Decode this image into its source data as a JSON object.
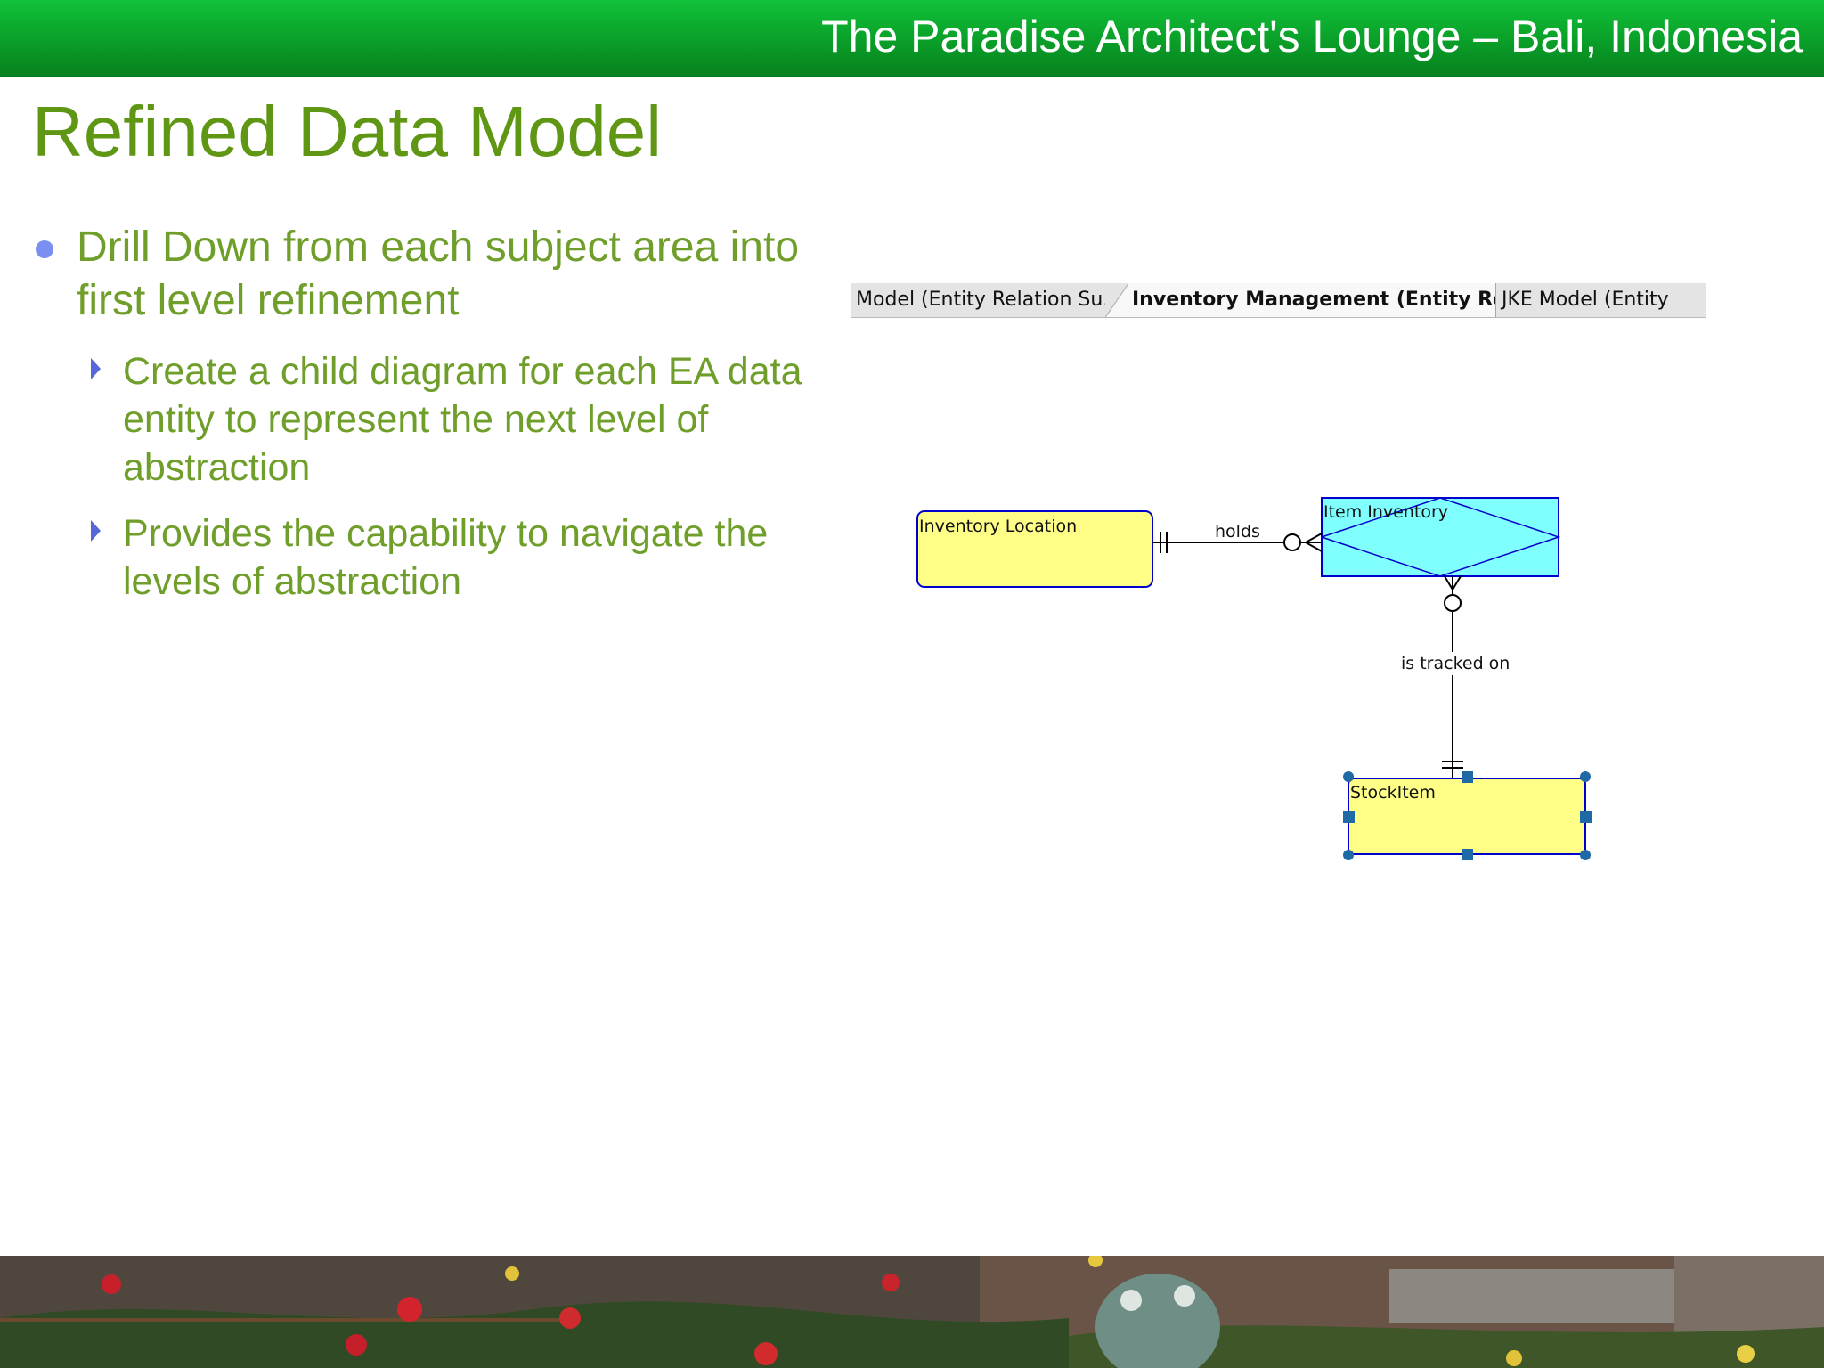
{
  "header": {
    "title": "The Paradise Architect's Lounge – Bali, Indonesia"
  },
  "slide": {
    "title": "Refined Data Model",
    "bullets": [
      {
        "text": "Drill Down from each subject area into first level refinement",
        "sub": [
          "Create a child diagram for each EA data entity to represent the next level of abstraction",
          "Provides the capability to navigate the levels of abstraction"
        ]
      }
    ]
  },
  "diagram": {
    "tabs": [
      "Model (Entity Relation Su..",
      "Inventory Management (Entity Rel...",
      "JKE Model (Entity"
    ],
    "active_tab_index": 1,
    "entities": {
      "inventory_location": "Inventory Location",
      "item_inventory": "Item Inventory",
      "stock_item": "StockItem"
    },
    "relationships": {
      "holds": "holds",
      "is_tracked_on": "is tracked on"
    },
    "colors": {
      "entity_fill": "#ffff88",
      "associative_entity_fill": "#80ffff",
      "entity_border": "#0000cc",
      "selection_handle": "#1f6aa5"
    }
  }
}
